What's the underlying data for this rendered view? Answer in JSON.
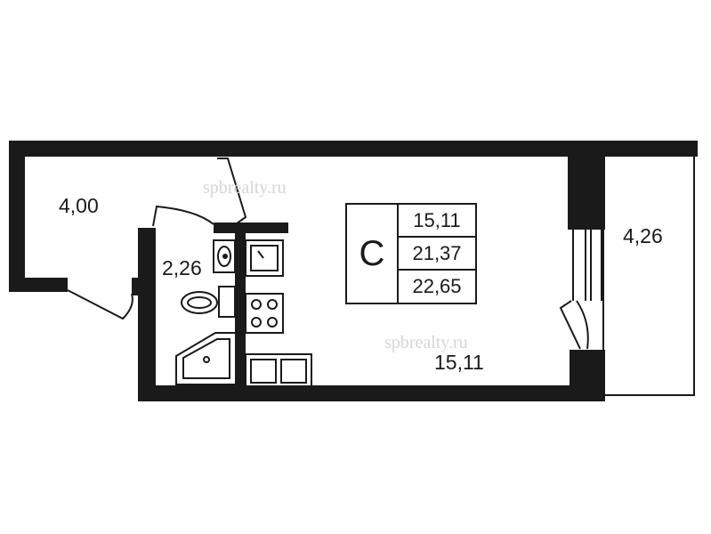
{
  "watermarks": [
    "spbrealty.ru",
    "spbrealty.ru"
  ],
  "rooms": {
    "hall_area": "4,00",
    "bathroom_area": "2,26",
    "living_area": "15,11",
    "balcony_area": "4,26"
  },
  "legend": {
    "type": "С",
    "values": [
      "15,11",
      "21,37",
      "22,65"
    ]
  },
  "colors": {
    "wall": "#1a1a1a",
    "line": "#1a1a1a",
    "watermark": "#d6d6d6"
  },
  "icons": [
    "sink-icon",
    "toilet-icon",
    "shower-tray-icon",
    "kitchen-sink-icon",
    "stove-icon",
    "kitchen-counter-icon",
    "door-swing-icon"
  ]
}
